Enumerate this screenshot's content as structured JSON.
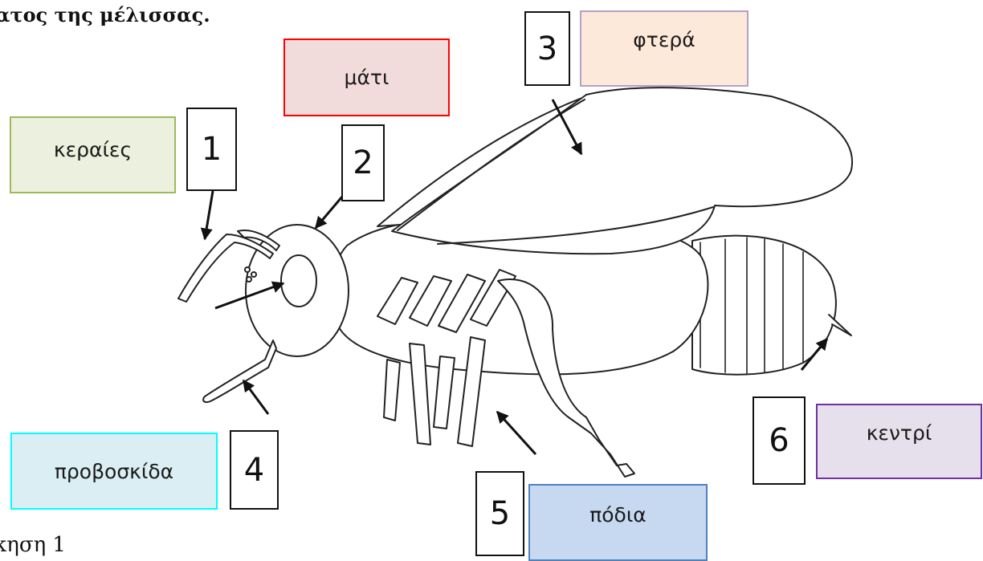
{
  "heading": "ατος της μέλισσας.",
  "footer": "κηση 1",
  "labels": {
    "antennae": {
      "text": "κεραίες",
      "bg": "#ebf1de",
      "border": "#9bbb59"
    },
    "eye": {
      "text": "μάτι",
      "bg": "#f2dcdb",
      "border": "#ff0000"
    },
    "wings": {
      "text": "φτερά",
      "bg": "#fde9d9",
      "border": "#b2a2c7"
    },
    "proboscis": {
      "text": "προβοσκίδα",
      "bg": "#daeef3",
      "border": "#00ffff"
    },
    "legs": {
      "text": "πόδια",
      "bg": "#c6d9f1",
      "border": "#4f81bd"
    },
    "sting": {
      "text": "κεντρί",
      "bg": "#e5e0ec",
      "border": "#7030a0"
    }
  },
  "numbers": {
    "n1": "1",
    "n2": "2",
    "n3": "3",
    "n4": "4",
    "n5": "5",
    "n6": "6"
  },
  "icons": {
    "bee": "bee-outline-drawing"
  }
}
